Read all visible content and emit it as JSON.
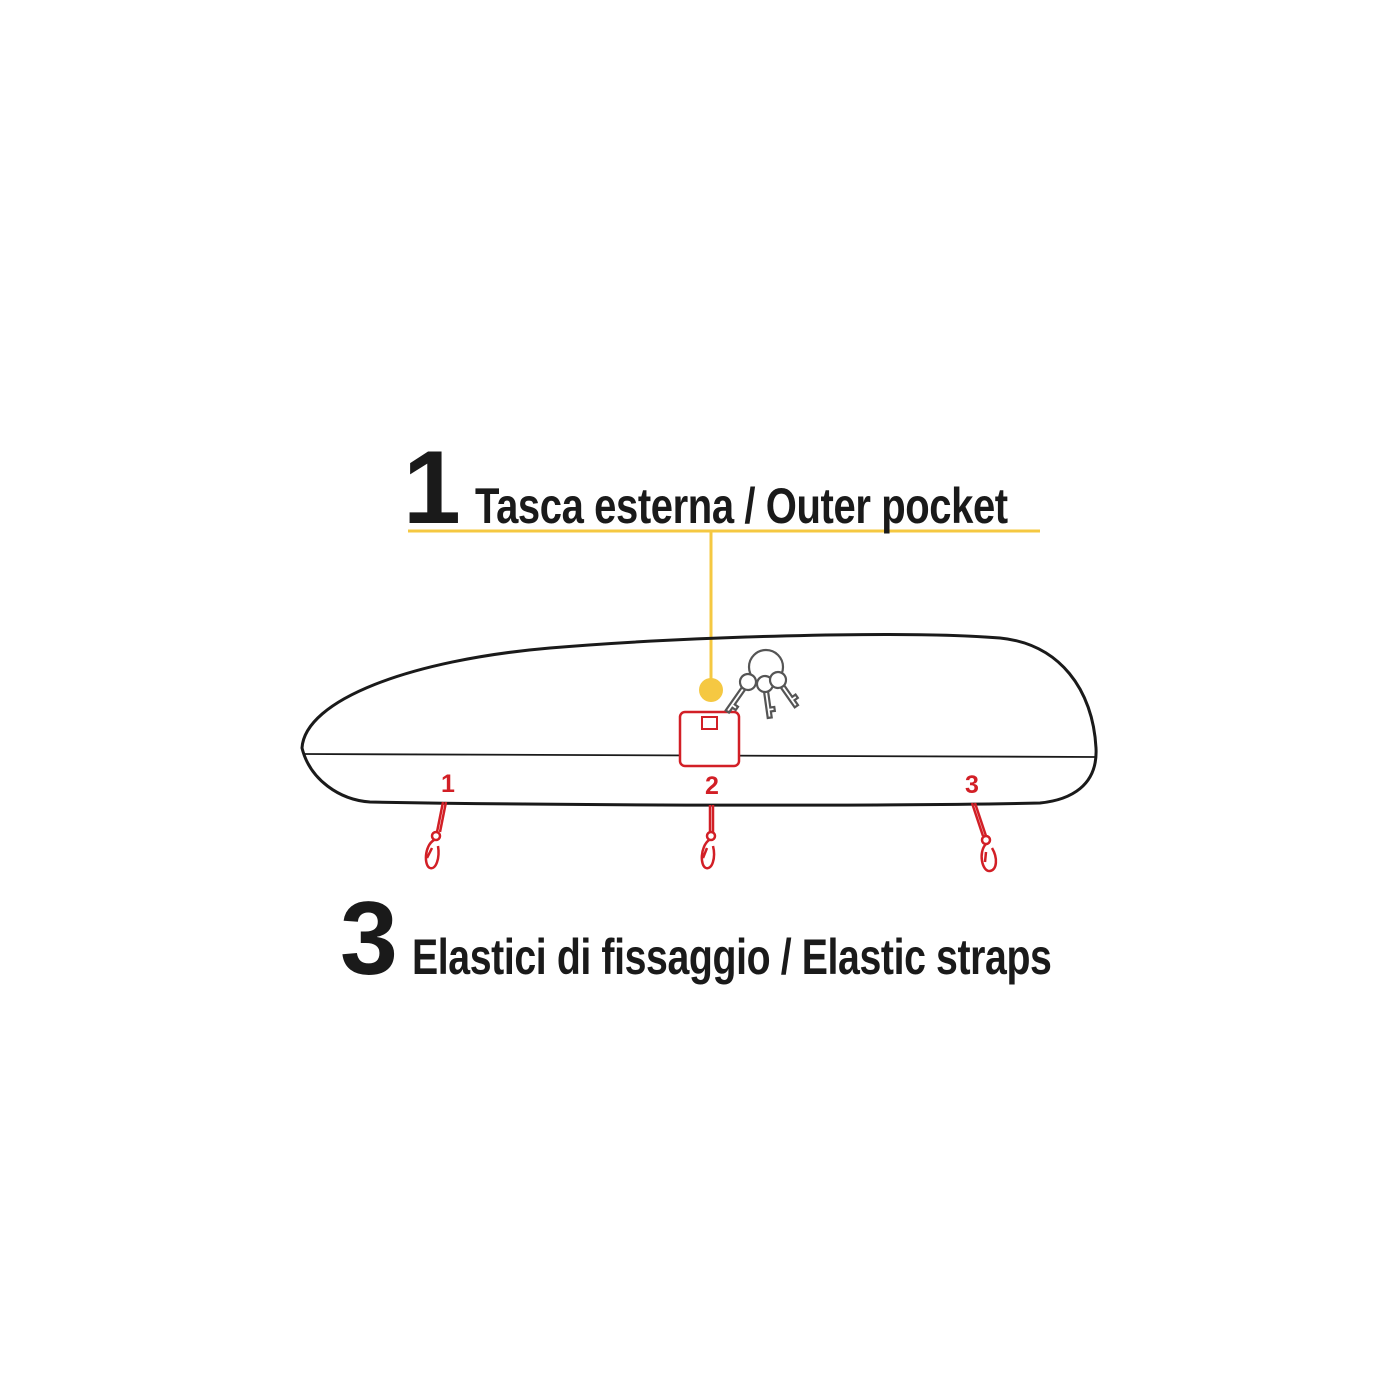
{
  "callout_top": {
    "number": "1",
    "label": "Tasca esterna / Outer pocket"
  },
  "callout_bottom": {
    "number": "3",
    "label": "Elastici di fissaggio / Elastic straps"
  },
  "strap_numbers": [
    "1",
    "2",
    "3"
  ],
  "colors": {
    "outline": "#1a1a1a",
    "accent_yellow": "#f5c842",
    "strap_red": "#d21f26",
    "keys_gray": "#555555"
  },
  "icons": {
    "pocket": "pocket-icon",
    "keys": "keys-icon",
    "strap_hook": "carabiner-hook-icon"
  }
}
